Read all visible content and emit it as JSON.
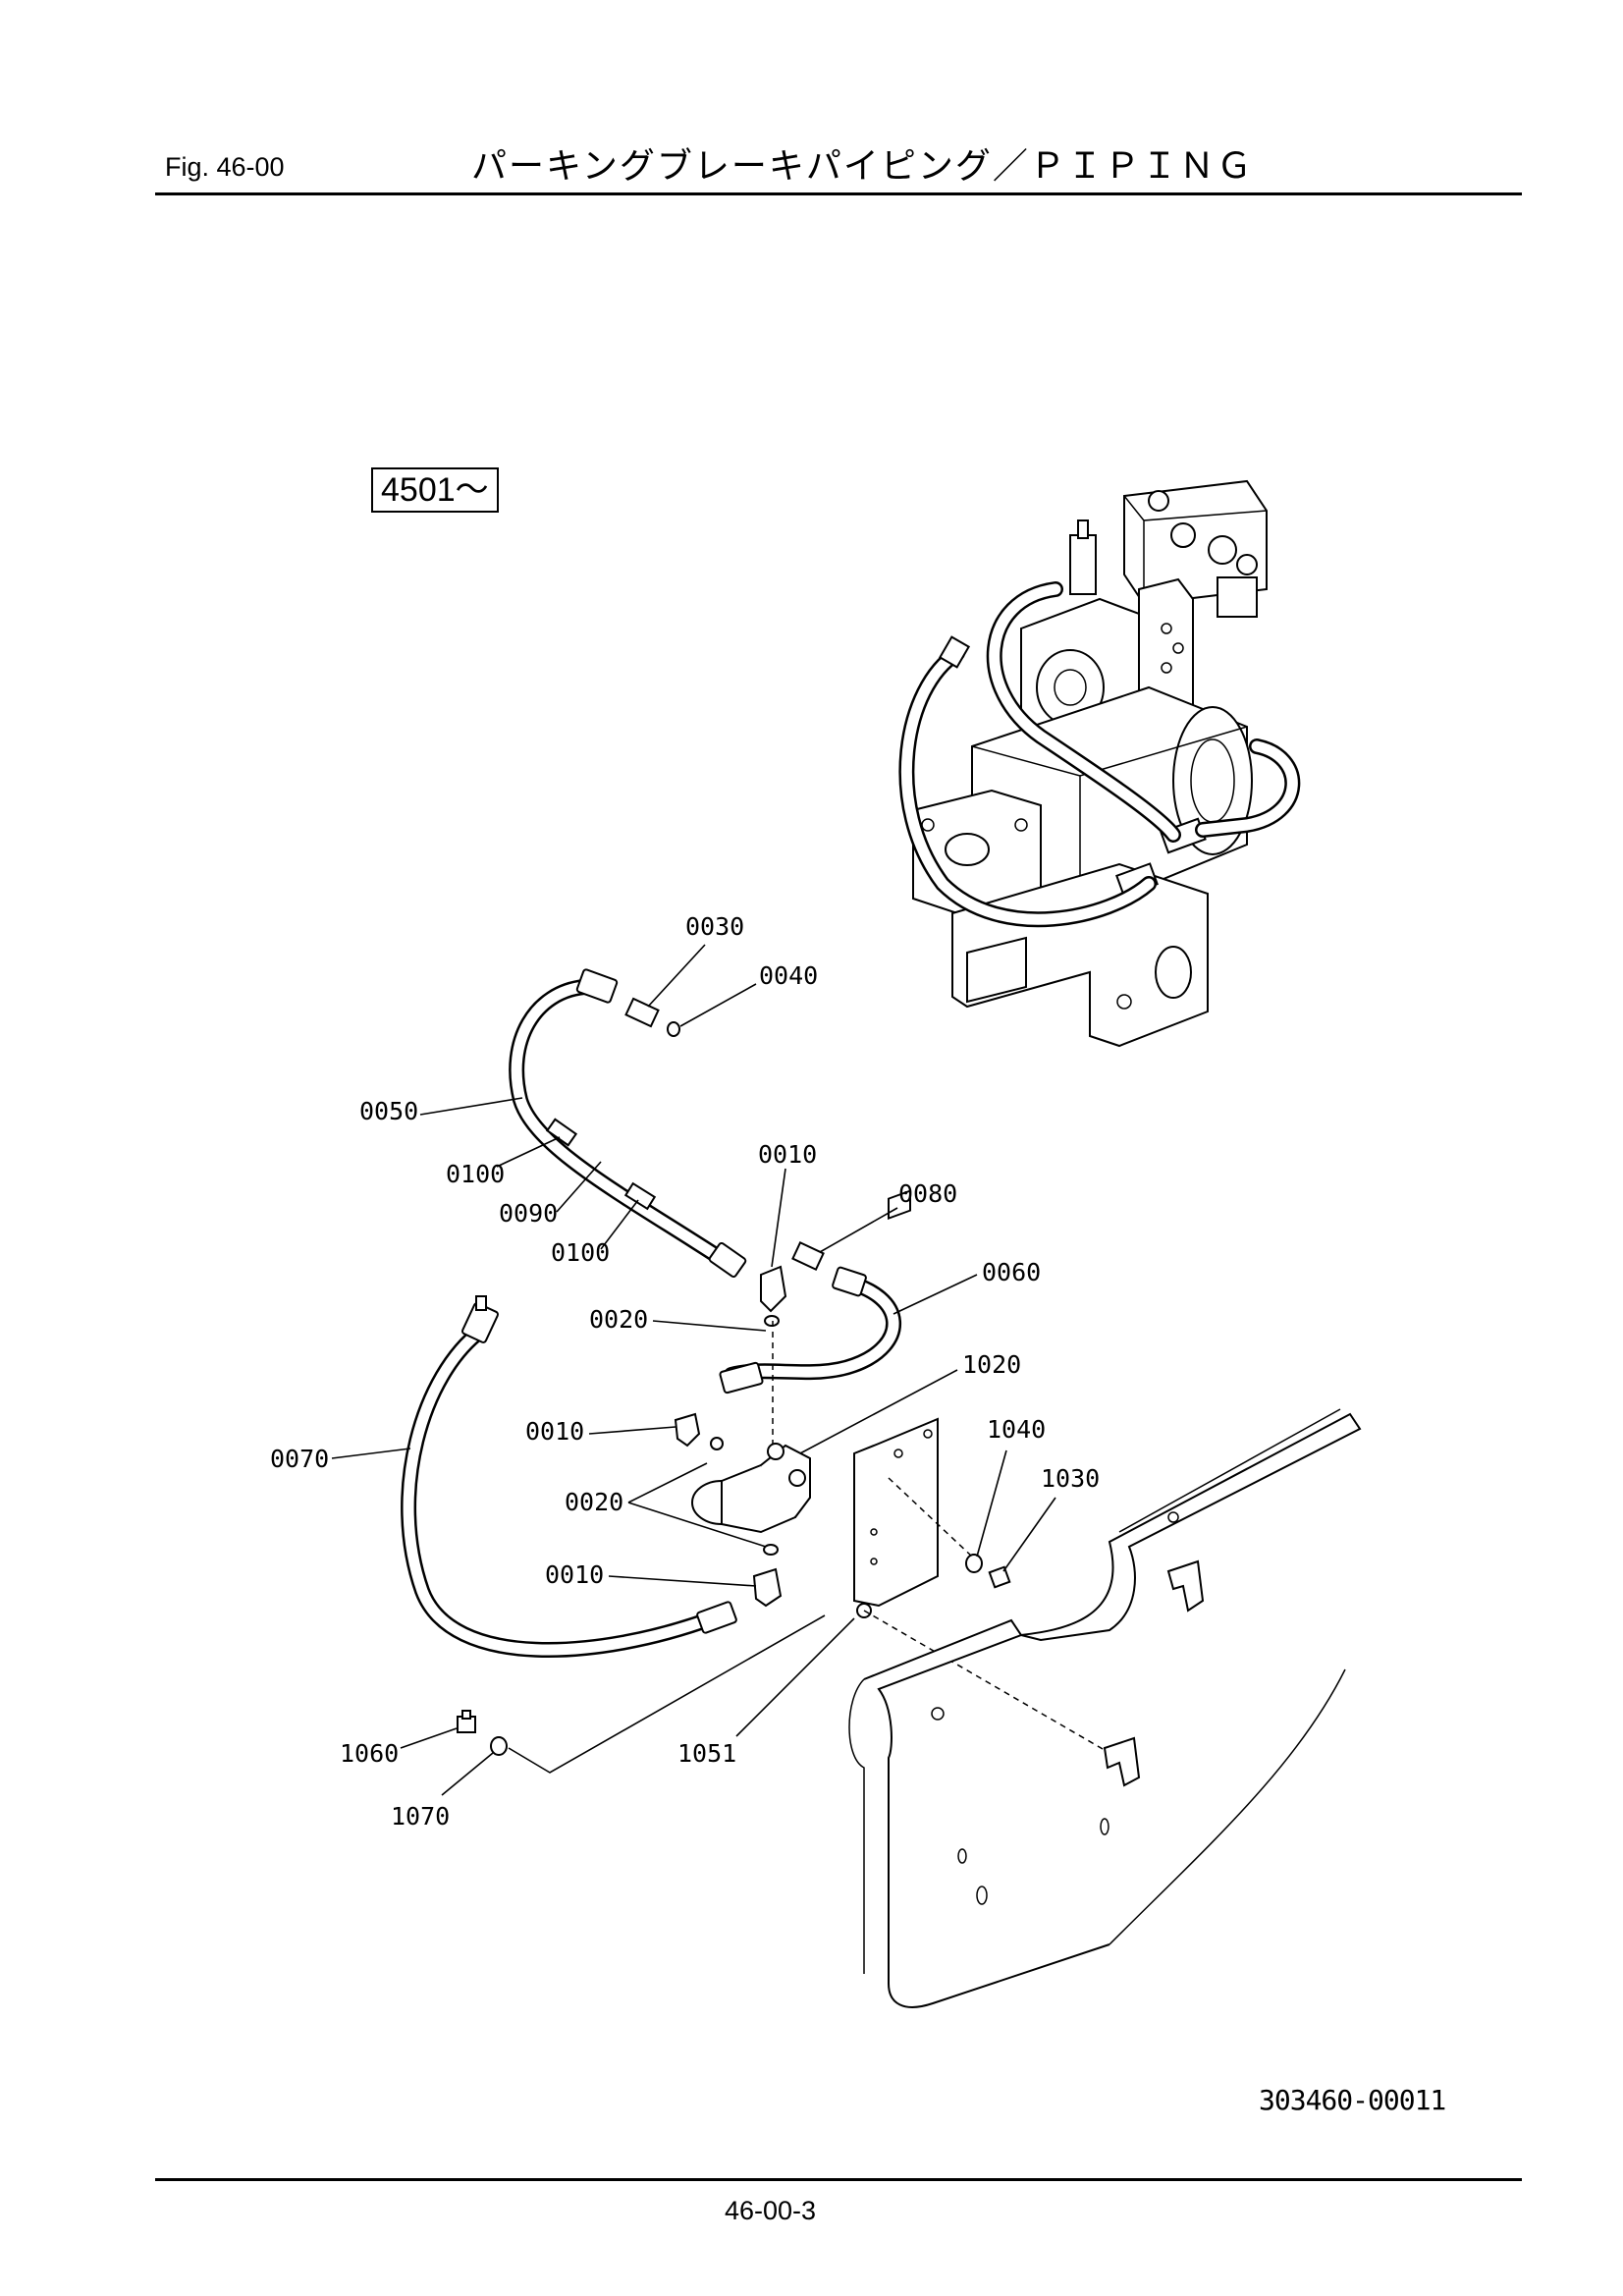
{
  "header": {
    "fig_no": "Fig.  46-00",
    "title": "パーキングブレーキパイピング／ＰＩＰＩＮＧ"
  },
  "serial": "4501～",
  "callouts": [
    {
      "label": "0030"
    },
    {
      "label": "0040"
    },
    {
      "label": "0050"
    },
    {
      "label": "0100"
    },
    {
      "label": "0090"
    },
    {
      "label": "0100"
    },
    {
      "label": "0010"
    },
    {
      "label": "0080"
    },
    {
      "label": "0060"
    },
    {
      "label": "0020"
    },
    {
      "label": "1020"
    },
    {
      "label": "0010"
    },
    {
      "label": "1040"
    },
    {
      "label": "0070"
    },
    {
      "label": "1030"
    },
    {
      "label": "0020"
    },
    {
      "label": "0010"
    },
    {
      "label": "1060"
    },
    {
      "label": "1051"
    },
    {
      "label": "1070"
    }
  ],
  "drawing_no": "303460-00011",
  "page_no": "46-00-3"
}
